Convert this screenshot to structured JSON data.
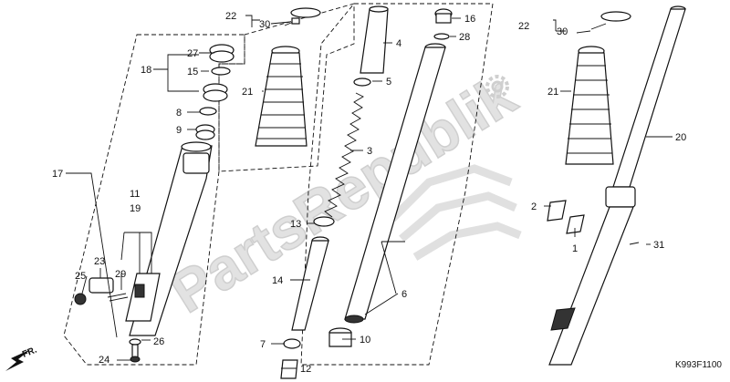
{
  "watermark": "PartsRepublik",
  "diagram_code": "K993F1100",
  "direction": "FR.",
  "callouts": {
    "n1": "1",
    "n2": "2",
    "n3": "3",
    "n4": "4",
    "n5": "5",
    "n6": "6",
    "n7": "7",
    "n8": "8",
    "n9": "9",
    "n10": "10",
    "n11": "11",
    "n12": "12",
    "n13": "13",
    "n14": "14",
    "n15": "15",
    "n16": "16",
    "n17": "17",
    "n18": "18",
    "n19": "19",
    "n20": "20",
    "n21": "21",
    "n22": "22",
    "n23": "23",
    "n24": "24",
    "n25": "25",
    "n26": "26",
    "n27": "27",
    "n28": "28",
    "n29": "29",
    "n30": "30",
    "n31": "31"
  }
}
